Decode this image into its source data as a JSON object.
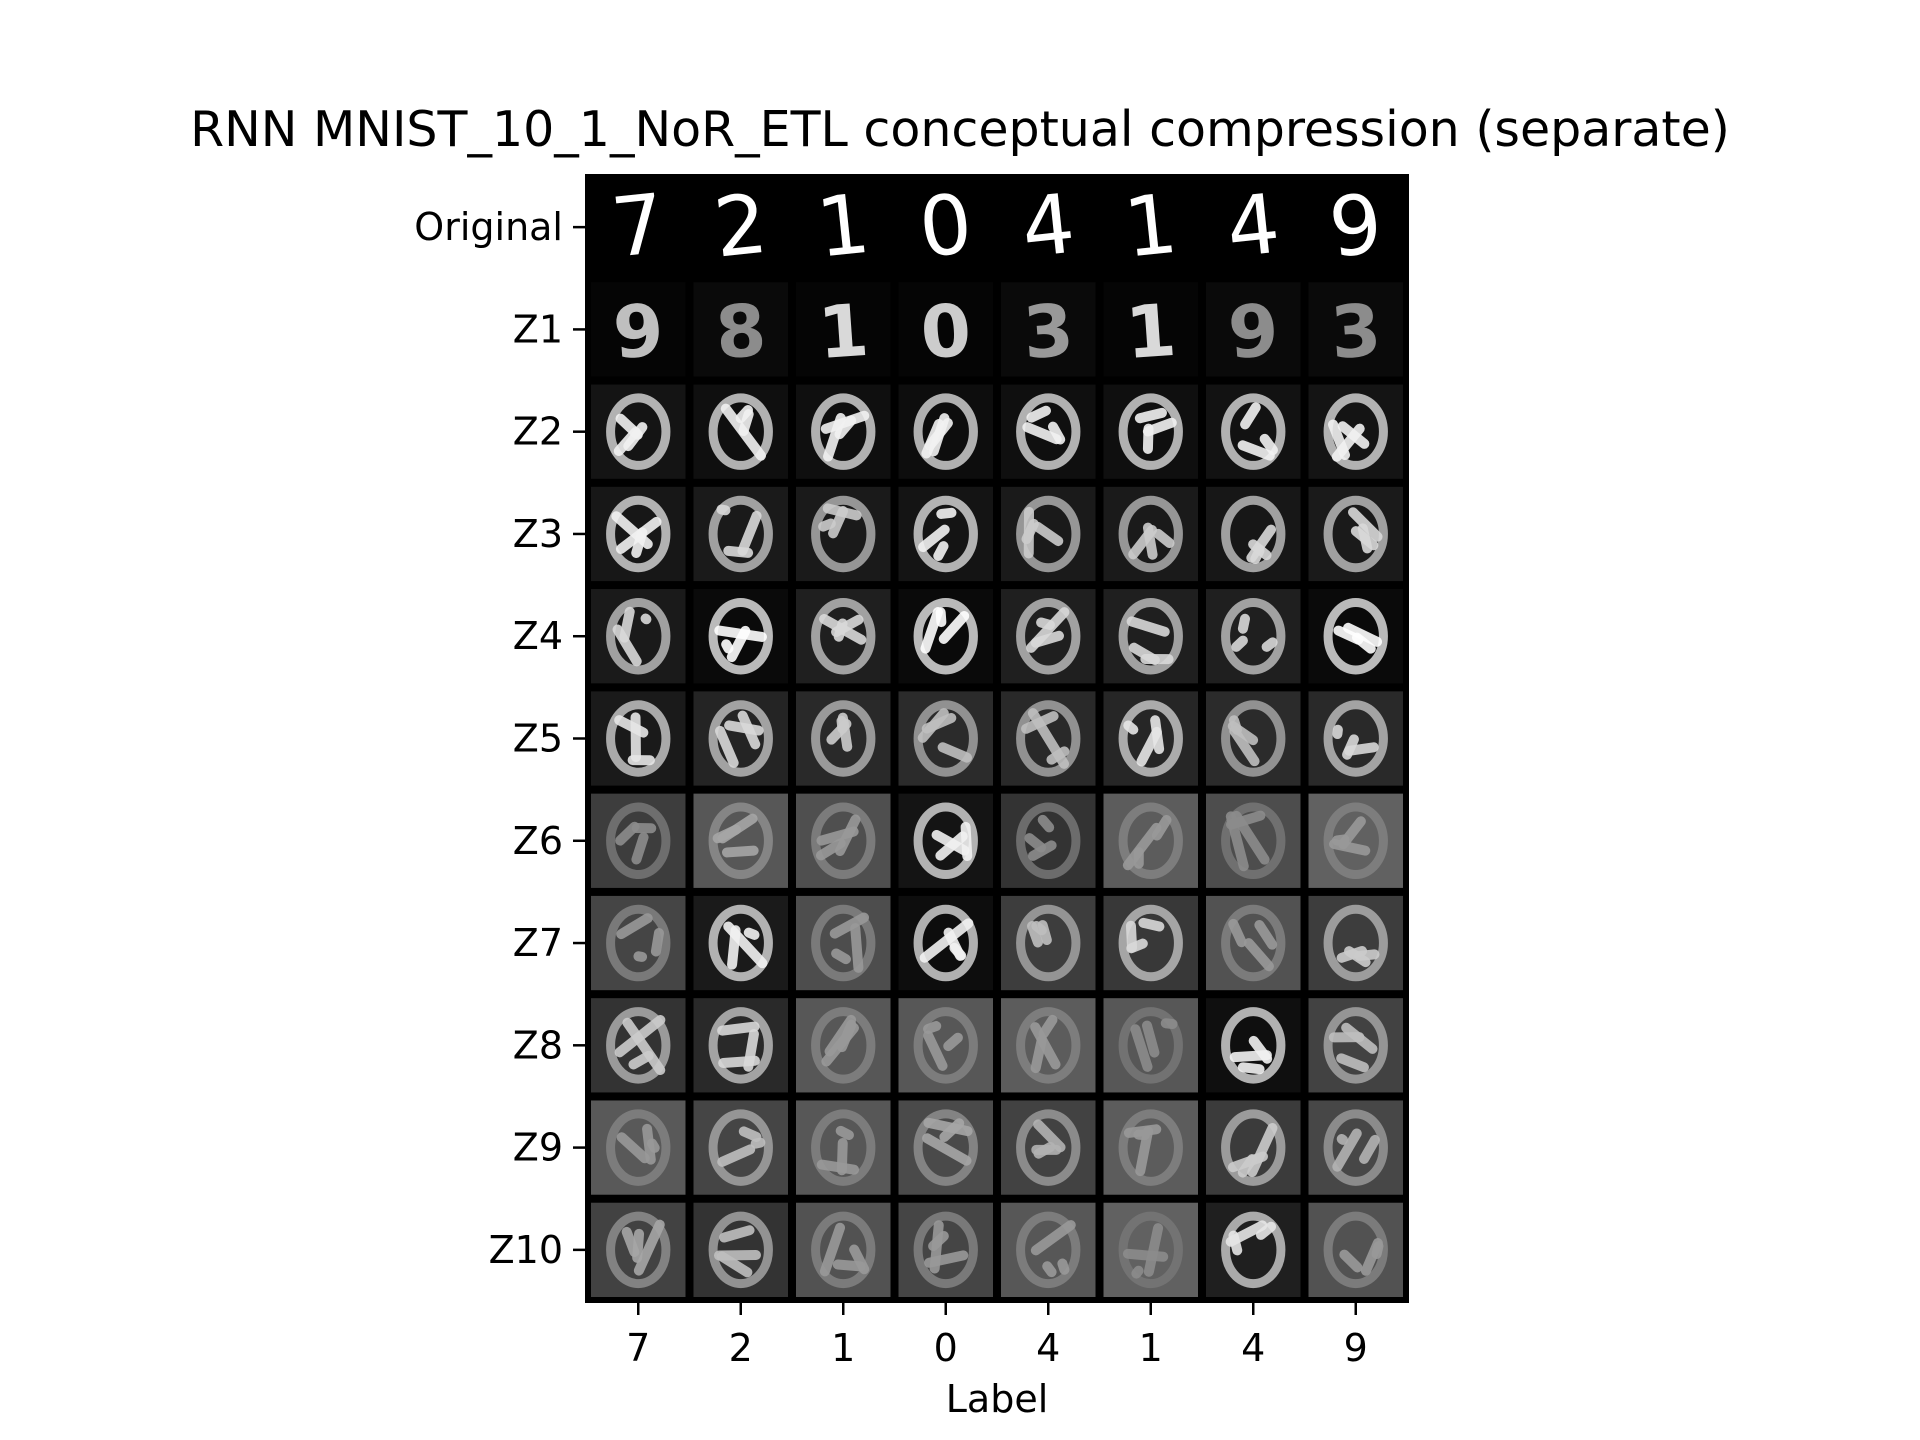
{
  "chart_data": {
    "type": "heatmap",
    "title": "RNN MNIST_10_1_NoR_ETL conceptual compression (separate)",
    "xlabel": "Label",
    "ylabel": "",
    "row_labels": [
      "Original",
      "Z1",
      "Z2",
      "Z3",
      "Z4",
      "Z5",
      "Z6",
      "Z7",
      "Z8",
      "Z9",
      "Z10"
    ],
    "column_labels": [
      "7",
      "2",
      "1",
      "0",
      "4",
      "1",
      "4",
      "9"
    ],
    "cells": [
      [
        "7",
        "2",
        "1",
        "0",
        "4",
        "1",
        "4",
        "9"
      ],
      [
        "9",
        "8",
        "1",
        "0",
        "3",
        "1",
        "9",
        "3"
      ],
      [
        "",
        "",
        "",
        "",
        "",
        "",
        "",
        ""
      ],
      [
        "",
        "",
        "",
        "",
        "",
        "",
        "",
        ""
      ],
      [
        "",
        "",
        "",
        "",
        "",
        "",
        "",
        ""
      ],
      [
        "",
        "",
        "",
        "",
        "",
        "",
        "",
        ""
      ],
      [
        "",
        "",
        "",
        "",
        "",
        "",
        "",
        ""
      ],
      [
        "",
        "",
        "",
        "",
        "",
        "",
        "",
        ""
      ],
      [
        "",
        "",
        "",
        "",
        "",
        "",
        "",
        ""
      ],
      [
        "",
        "",
        "",
        "",
        "",
        "",
        "",
        ""
      ],
      [
        "",
        "",
        "",
        "",
        "",
        "",
        "",
        ""
      ]
    ],
    "cell_background_level": [
      [
        0.0,
        0.0,
        0.0,
        0.0,
        0.0,
        0.0,
        0.0,
        0.0
      ],
      [
        0.02,
        0.04,
        0.02,
        0.02,
        0.04,
        0.02,
        0.04,
        0.04
      ],
      [
        0.08,
        0.06,
        0.06,
        0.05,
        0.06,
        0.06,
        0.07,
        0.08
      ],
      [
        0.09,
        0.1,
        0.1,
        0.08,
        0.1,
        0.1,
        0.09,
        0.1
      ],
      [
        0.1,
        0.04,
        0.12,
        0.04,
        0.12,
        0.12,
        0.12,
        0.04
      ],
      [
        0.1,
        0.14,
        0.16,
        0.17,
        0.16,
        0.15,
        0.17,
        0.16
      ],
      [
        0.24,
        0.34,
        0.31,
        0.08,
        0.2,
        0.36,
        0.3,
        0.38
      ],
      [
        0.27,
        0.1,
        0.3,
        0.05,
        0.24,
        0.22,
        0.32,
        0.24
      ],
      [
        0.2,
        0.16,
        0.34,
        0.34,
        0.36,
        0.34,
        0.06,
        0.26
      ],
      [
        0.35,
        0.27,
        0.34,
        0.29,
        0.26,
        0.36,
        0.23,
        0.28
      ],
      [
        0.26,
        0.2,
        0.32,
        0.27,
        0.34,
        0.38,
        0.12,
        0.32
      ]
    ],
    "cell_blob_brightness": [
      [
        1.0,
        1.0,
        1.0,
        1.0,
        1.0,
        1.0,
        1.0,
        1.0
      ],
      [
        0.75,
        0.55,
        0.85,
        0.8,
        0.6,
        0.85,
        0.55,
        0.55
      ],
      [
        0.95,
        0.95,
        0.95,
        0.95,
        0.95,
        0.95,
        0.95,
        0.95
      ],
      [
        0.95,
        0.85,
        0.8,
        0.95,
        0.8,
        0.8,
        0.85,
        0.85
      ],
      [
        0.85,
        1.0,
        0.85,
        1.0,
        0.85,
        0.85,
        0.85,
        1.0
      ],
      [
        0.9,
        0.85,
        0.8,
        0.75,
        0.75,
        0.9,
        0.75,
        0.85
      ],
      [
        0.55,
        0.65,
        0.6,
        0.95,
        0.55,
        0.6,
        0.55,
        0.6
      ],
      [
        0.6,
        0.95,
        0.6,
        0.95,
        0.75,
        0.85,
        0.6,
        0.8
      ],
      [
        0.8,
        0.85,
        0.6,
        0.6,
        0.6,
        0.55,
        0.95,
        0.75
      ],
      [
        0.6,
        0.75,
        0.6,
        0.65,
        0.7,
        0.6,
        0.8,
        0.7
      ],
      [
        0.65,
        0.75,
        0.6,
        0.6,
        0.6,
        0.55,
        0.9,
        0.6
      ]
    ],
    "colormap": "gray",
    "grid": false,
    "legend": "none"
  }
}
